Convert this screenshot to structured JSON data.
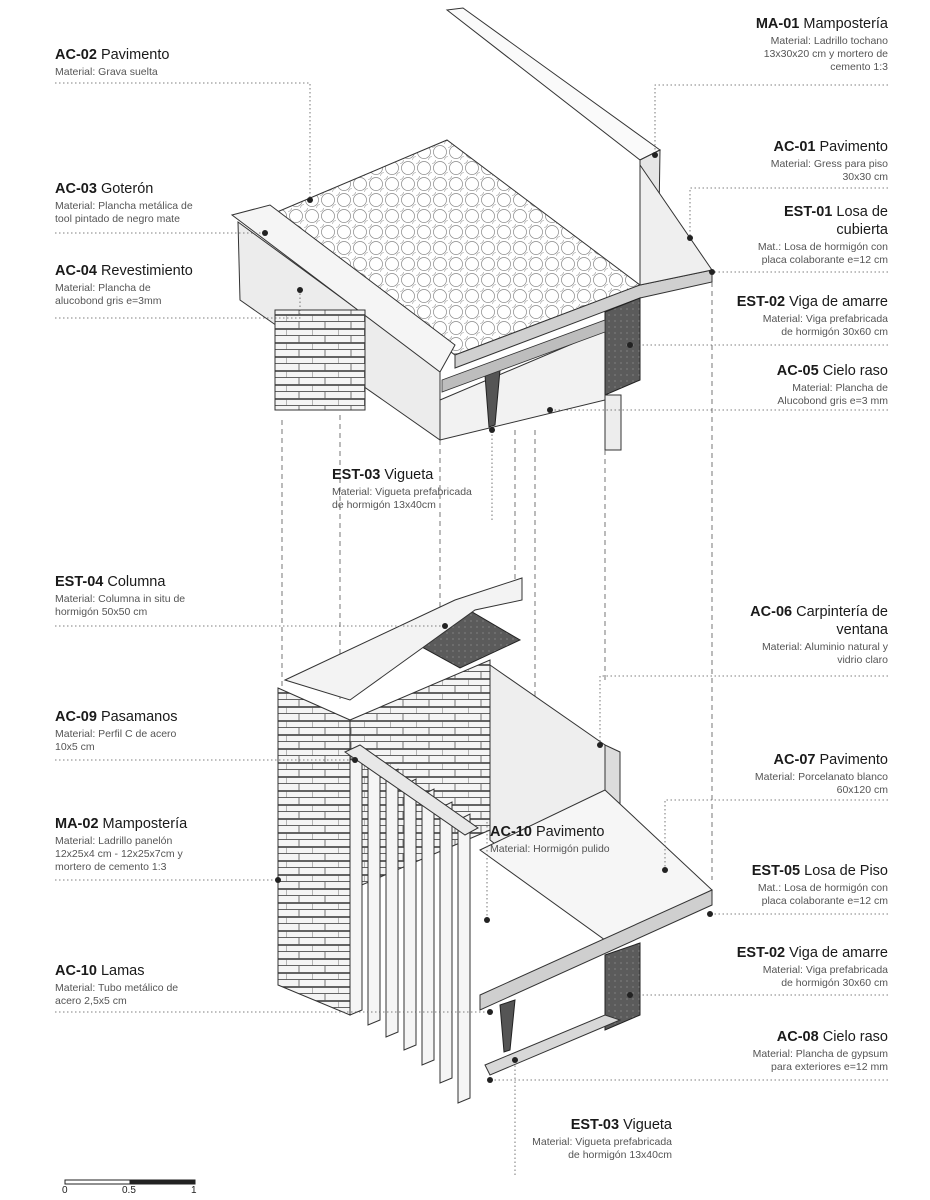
{
  "labels_left": [
    {
      "id": "ac02",
      "code": "AC-02",
      "name": "Pavimento",
      "desc": [
        "Material: Grava suelta"
      ]
    },
    {
      "id": "ac03",
      "code": "AC-03",
      "name": "Goterón",
      "desc": [
        "Material: Plancha metálica de",
        "tool pintado de negro mate"
      ]
    },
    {
      "id": "ac04",
      "code": "AC-04",
      "name": "Revestimiento",
      "desc": [
        "Material: Plancha de",
        "alucobond gris e=3mm"
      ]
    },
    {
      "id": "est04",
      "code": "EST-04",
      "name": "Columna",
      "desc": [
        "Material: Columna in situ de",
        "hormigón 50x50 cm"
      ]
    },
    {
      "id": "ac09",
      "code": "AC-09",
      "name": "Pasamanos",
      "desc": [
        "Material: Perfil C de acero",
        "10x5 cm"
      ]
    },
    {
      "id": "ma02",
      "code": "MA-02",
      "name": "Mampostería",
      "desc": [
        "Material: Ladrillo panelón",
        "12x25x4 cm - 12x25x7cm y",
        "mortero de cemento 1:3"
      ]
    },
    {
      "id": "ac10b",
      "code": "AC-10",
      "name": "Lamas",
      "desc": [
        "Material: Tubo metálico de",
        "acero 2,5x5 cm"
      ]
    }
  ],
  "labels_right": [
    {
      "id": "ma01",
      "code": "MA-01",
      "name": "Mampostería",
      "desc": [
        "Material: Ladrillo tochano",
        "13x30x20 cm y mortero de",
        "cemento 1:3"
      ]
    },
    {
      "id": "ac01",
      "code": "AC-01",
      "name": "Pavimento",
      "desc": [
        "Material: Gress para piso",
        "30x30 cm"
      ]
    },
    {
      "id": "est01",
      "code": "EST-01",
      "name": "Losa de",
      "name2": "cubierta",
      "desc": [
        "Mat.: Losa de hormigón con",
        "placa colaborante e=12 cm"
      ]
    },
    {
      "id": "est02a",
      "code": "EST-02",
      "name": "Viga de amarre",
      "desc": [
        "Material: Viga prefabricada",
        "de hormigón 30x60 cm"
      ]
    },
    {
      "id": "ac05",
      "code": "AC-05",
      "name": "Cielo raso",
      "desc": [
        "Material: Plancha de",
        "Alucobond gris e=3 mm"
      ]
    },
    {
      "id": "ac06",
      "code": "AC-06",
      "name": "Carpintería de",
      "name2": "ventana",
      "desc": [
        "Material: Aluminio natural y",
        "vidrio claro"
      ]
    },
    {
      "id": "ac07",
      "code": "AC-07",
      "name": "Pavimento",
      "desc": [
        "Material: Porcelanato blanco",
        "60x120 cm"
      ]
    },
    {
      "id": "est05",
      "code": "EST-05",
      "name": "Losa de Piso",
      "desc": [
        "Mat.: Losa de hormigón con",
        "placa colaborante e=12 cm"
      ]
    },
    {
      "id": "est02b",
      "code": "EST-02",
      "name": "Viga de amarre",
      "desc": [
        "Material: Viga prefabricada",
        "de hormigón 30x60 cm"
      ]
    },
    {
      "id": "ac08",
      "code": "AC-08",
      "name": "Cielo raso",
      "desc": [
        "Material: Plancha de gypsum",
        "para exteriores e=12 mm"
      ]
    }
  ],
  "labels_center": [
    {
      "id": "est03a",
      "code": "EST-03",
      "name": "Vigueta",
      "desc": [
        "Material: Vigueta prefabricada",
        "de hormigón 13x40cm"
      ]
    },
    {
      "id": "ac10a",
      "code": "AC-10",
      "name": "Pavimento",
      "desc": [
        "Material: Hormigón pulido"
      ]
    },
    {
      "id": "est03b",
      "code": "EST-03",
      "name": "Vigueta",
      "desc": [
        "Material: Vigueta prefabricada",
        "de hormigón 13x40cm"
      ]
    }
  ],
  "scale": {
    "zero": "0",
    "half": "0.5",
    "one": "1"
  },
  "colors": {
    "line": "#2a2a2a",
    "beam": "#5c5c5c",
    "slab": "#cfcfcf",
    "panel": "#ececec",
    "leader": "#555555"
  }
}
